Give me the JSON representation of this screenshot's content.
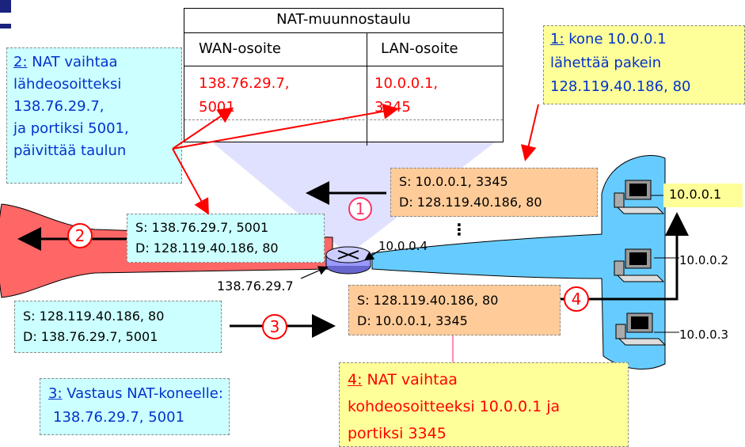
{
  "nat_table": {
    "title": "NAT-muunnostaulu",
    "col_wan": "WAN-osoite",
    "col_lan": "LAN-osoite",
    "wan_ip": "138.76.29.7,",
    "wan_port": "5001",
    "lan_ip": "10.0.0.1,",
    "lan_port": "3345"
  },
  "callouts": {
    "c1": {
      "num": "1:",
      "line1": " kone 10.0.0.1",
      "line2": "lähettää pakein",
      "line3": "128.119.40.186, 80"
    },
    "c2": {
      "num": "2:",
      "line1": " NAT vaihtaa",
      "line2": "lähdeosoitteksi",
      "line3": "138.76.29.7,",
      "line4": "ja portiksi 5001,",
      "line5": "päivittää taulun"
    },
    "c3": {
      "num": "3:",
      "line1": " Vastaus NAT-koneelle:",
      "line2": "138.76.29.7, 5001"
    },
    "c4": {
      "num": "4:",
      "line1": " NAT vaihtaa",
      "line2": "kohdeosoitteeksi 10.0.0.1 ja",
      "line3": "portiksi 3345"
    }
  },
  "packets": {
    "p1": {
      "src": "S: 10.0.0.1, 3345",
      "dst": "D: 128.119.40.186, 80"
    },
    "p2": {
      "src": "S: 138.76.29.7, 5001",
      "dst": "D: 128.119.40.186, 80"
    },
    "p3": {
      "src": "S: 128.119.40.186, 80",
      "dst": "D: 138.76.29.7, 5001"
    },
    "p4": {
      "src": "S: 128.119.40.186, 80",
      "dst": "D: 10.0.0.1, 3345"
    }
  },
  "steps": {
    "s1": "1",
    "s2": "2",
    "s3": "3",
    "s4": "4"
  },
  "addresses": {
    "host1": "10.0.0.1",
    "host2": "10.0.0.2",
    "host3": "10.0.0.3",
    "router_lan": "10.0.0.4",
    "router_wan": "138.76.29.7",
    "dots": "⋮"
  },
  "colors": {
    "blue_box": "#ccffff",
    "orange_box": "#ffcc99",
    "yellow_box": "#ffff99",
    "red_text": "#ff0000",
    "blue_text": "#0033cc",
    "wan_cloud": "#ff6666",
    "lan_cloud": "#66ccff",
    "projection": "#ccccff"
  }
}
